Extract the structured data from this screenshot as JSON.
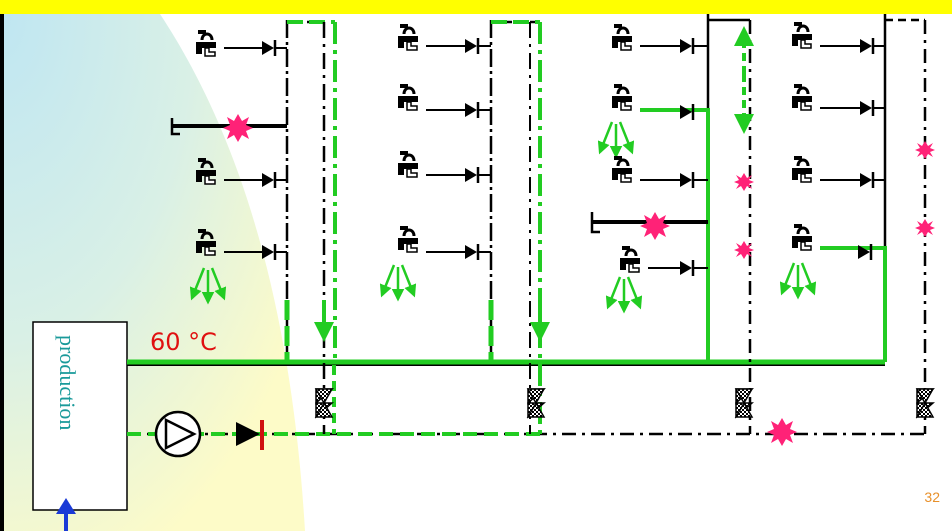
{
  "header": {
    "title": "",
    "background": "#ffff00"
  },
  "labels": {
    "temperature": "60 °C",
    "production": "production",
    "page_number": "32"
  },
  "colors": {
    "hot_supply": "#22cc22",
    "return_line": "#000000",
    "leak_marker": "#ff2277",
    "flow_arrow": "#22cc22",
    "feed_arrow": "#1a3ad6"
  },
  "icons": [
    "faucet-icon",
    "valve-icon",
    "pump-icon",
    "check-valve-icon",
    "leak-burst-icon",
    "spray-arrows-icon",
    "showerhead-icon"
  ]
}
